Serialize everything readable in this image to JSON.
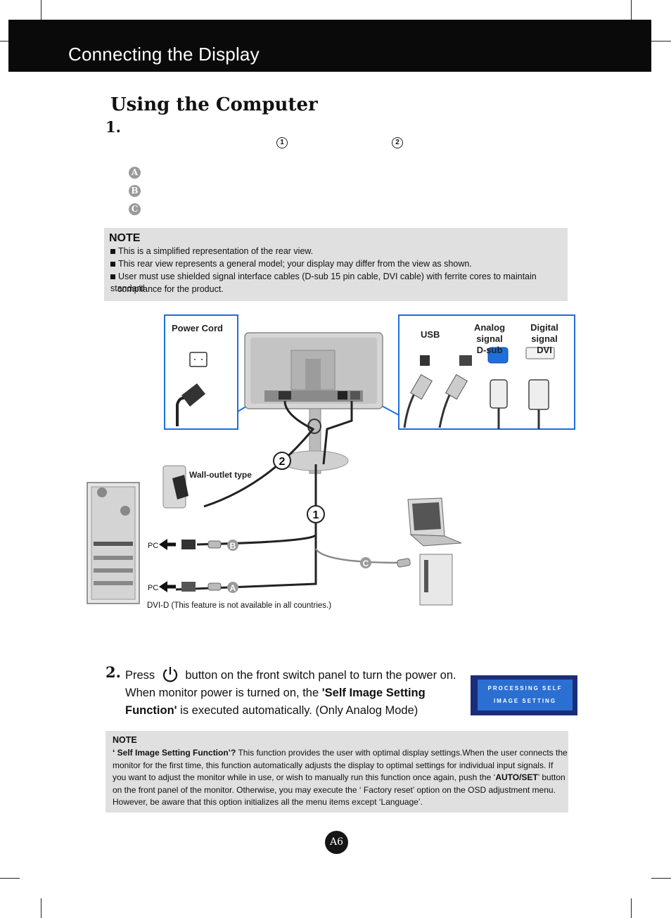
{
  "header": {
    "title": "Connecting the Display"
  },
  "section": {
    "title": "Using the Computer"
  },
  "step1": {
    "number": "1.",
    "marker1": "1",
    "marker2": "2"
  },
  "cable_badges": [
    "A",
    "B",
    "C"
  ],
  "note1": {
    "heading": "NOTE",
    "items": [
      "This is a simplified representation of the rear view.",
      "This rear view represents a general model; your display may differ from the view as shown.",
      "User must use shielded signal interface cables (D-sub 15 pin cable, DVI cable) with ferrite cores to maintain standard",
      "compliance for the product."
    ]
  },
  "diagram": {
    "power_cord": "Power Cord",
    "usb": "USB",
    "analog_signal": "Analog signal",
    "dsub": "D-sub",
    "digital_signal": "Digital signal",
    "dvi": "DVI",
    "wall_outlet": "Wall-outlet type",
    "pc_label_1": "PC",
    "pc_label_2": "PC",
    "dvid_note": "DVI-D (This feature is not available in all countries.)",
    "callout_1": "1",
    "callout_2": "2",
    "letter_a": "A",
    "letter_b": "B",
    "letter_c": "C"
  },
  "step2": {
    "number": "2.",
    "line1_before": "Press",
    "line1_after": "button on the front switch panel to turn the power on.",
    "line2_before": "When monitor power is turned on, the ",
    "line2_bold": "'Self Image Setting",
    "line3_bold": "Function'",
    "line3_after": " is executed automatically. (Only Analog Mode)"
  },
  "osd": {
    "line1": "PROCESSING SELF",
    "line2": "IMAGE SETTING"
  },
  "note2": {
    "heading": "NOTE",
    "bold_intro": "‘ Self Image Setting Function’?",
    "text_a": " This function provides the user with optimal display settings.When the user connects the monitor for the first time, this function automatically adjusts the display to optimal settings for individual input signals. If you want to adjust the monitor while in use, or wish to manually run this function once again, push the ‘",
    "bold_key": "AUTO/SET",
    "text_b": "’ button on the front panel of the monitor. Otherwise, you may execute the ‘ Factory reset’ option on the OSD adjustment menu. However, be aware that this option initializes all the menu items except ‘Language’."
  },
  "page": {
    "number": "A6"
  },
  "colors": {
    "header_bg": "#0a0a0a",
    "note_bg": "#e0e0e0",
    "accent_blue": "#1e6fdc",
    "osd_navy": "#1b2d78"
  }
}
